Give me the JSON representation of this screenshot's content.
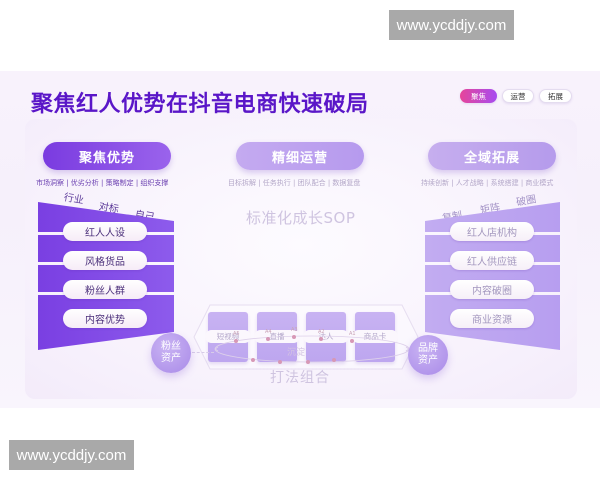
{
  "watermarks": {
    "top": "www.ycddjy.com",
    "bottom": "www.ycddjy.com"
  },
  "slide": {
    "title": "聚焦红人优势在抖音电商快速破局",
    "nav_pills": [
      {
        "label": "聚焦",
        "active": true
      },
      {
        "label": "运营",
        "active": false
      },
      {
        "label": "拓展",
        "active": false
      }
    ],
    "colors": {
      "title": "#5a16c8",
      "accent_active_pill_start": "#e6459a",
      "accent_active_pill_end": "#a74cf0",
      "primary_purple": "#7a3be0",
      "light_purple": "#c4aaf0"
    },
    "left": {
      "heading": "聚焦优势",
      "subtitle": "市场洞察 | 优劣分析 | 策略制定 | 组织支撑",
      "slant_labels": [
        "行业",
        "对标",
        "自己"
      ],
      "items": [
        "红人人设",
        "风格货品",
        "粉丝人群",
        "内容优势"
      ],
      "asset": "粉丝资产"
    },
    "middle": {
      "heading": "精细运营",
      "subtitle": "目标拆解 | 任务执行 | 团队配合 | 数据复盘",
      "sop_title": "标准化成长SOP",
      "cards": [
        "短视频",
        "直播",
        "达人",
        "商品卡"
      ],
      "footer": "打法组合",
      "cycle": {
        "center": "沉淀",
        "top_points": [
          "A5",
          "A4",
          "A3",
          "A2",
          "A1"
        ],
        "top_sublabels": [
          "...",
          "...",
          "...",
          "...",
          "..."
        ],
        "bottom_sublabels": [
          "...",
          "...",
          "...",
          "..."
        ]
      }
    },
    "right": {
      "heading": "全域拓展",
      "subtitle": "持续创新 | 人才战略 | 系统搭建 | 商业模式",
      "slant_labels": [
        "复制",
        "矩阵",
        "破圈"
      ],
      "items": [
        "红人店机构",
        "红人供应链",
        "内容破圈",
        "商业资源"
      ],
      "asset": "品牌资产"
    }
  }
}
